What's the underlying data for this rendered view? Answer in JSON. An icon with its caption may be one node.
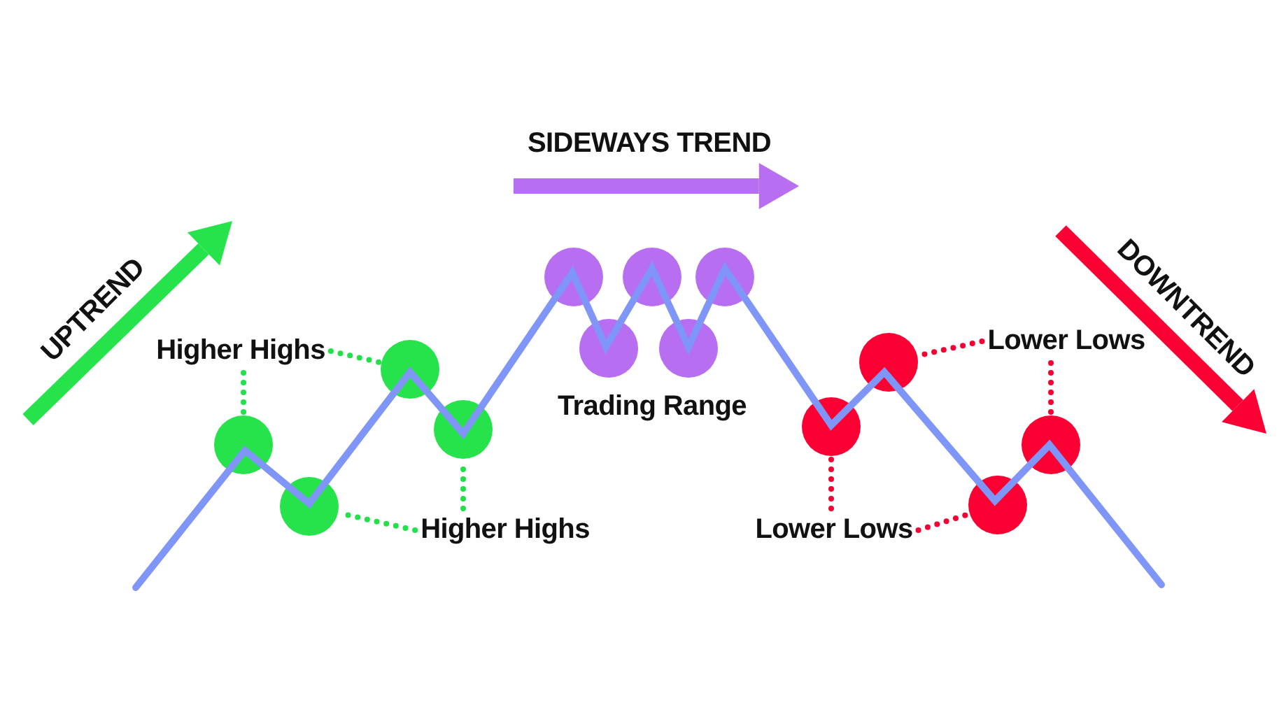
{
  "diagram": {
    "nodes": [
      {
        "text": [
          "Higher Highs"
        ]
      },
      {
        "text": [
          "Higher Highs"
        ]
      },
      {
        "text": [
          "Lower Lows"
        ]
      },
      {
        "text": [
          "Lower Lows"
        ]
      },
      {
        "text": [],
        "shape": "circle"
      },
      {
        "text": [],
        "shape": "circle"
      },
      {
        "text": [],
        "shape": "circle"
      },
      {
        "text": [],
        "shape": "circle"
      },
      {
        "text": [],
        "shape": "circle"
      },
      {
        "text": [],
        "shape": "circle"
      },
      {
        "text": [],
        "shape": "circle"
      },
      {
        "text": [],
        "shape": "circle"
      },
      {
        "text": [],
        "shape": "circle"
      },
      {
        "text": [],
        "shape": "circle"
      },
      {
        "text": [],
        "shape": "circle"
      },
      {
        "text": [],
        "shape": "circle"
      },
      {
        "text": [],
        "shape": "circle"
      }
    ],
    "edges": [
      {
        "from": 0,
        "to": 6,
        "arrow": "none",
        "style": "dashed",
        "color": "#22e04a"
      },
      {
        "from": 0,
        "to": 4,
        "arrow": "none",
        "style": "dashed",
        "color": "#22e04a"
      },
      {
        "from": 1,
        "to": 5,
        "arrow": "none",
        "style": "dashed",
        "color": "#22e04a"
      },
      {
        "from": 1,
        "to": 7,
        "arrow": "none",
        "style": "dashed",
        "color": "#22e04a"
      },
      {
        "from": 2,
        "to": 14,
        "arrow": "none",
        "style": "dashed",
        "color": "#f50032"
      },
      {
        "from": 2,
        "to": 16,
        "arrow": "none",
        "style": "dashed",
        "color": "#f50032"
      },
      {
        "from": 3,
        "to": 13,
        "arrow": "none",
        "style": "dashed",
        "color": "#f50032"
      },
      {
        "from": 3,
        "to": 15,
        "arrow": "none",
        "style": "dashed",
        "color": "#f50032"
      }
    ],
    "labels": [
      "SIDEWAYS TREND",
      "UPTREND",
      "DOWNTREND",
      "Trading Range"
    ]
  }
}
